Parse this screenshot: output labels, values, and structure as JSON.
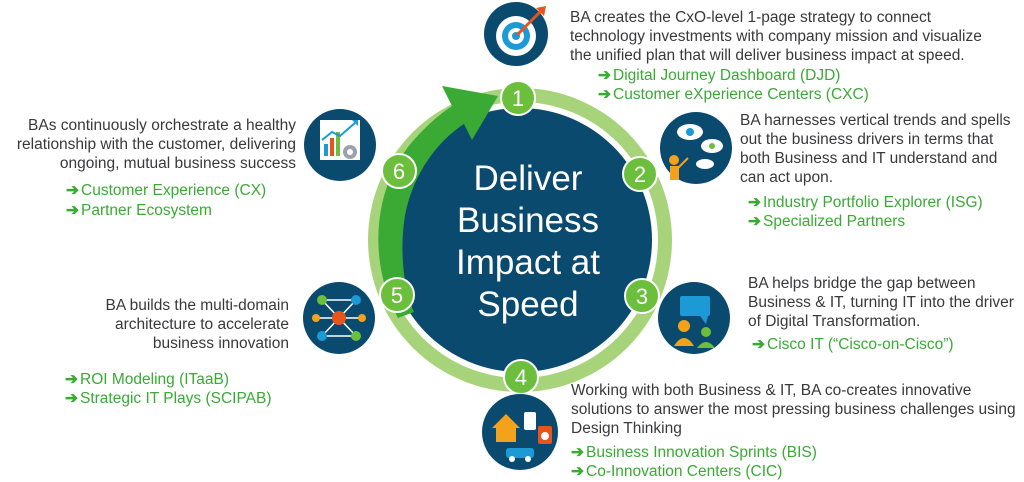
{
  "center": {
    "lines": [
      "Deliver",
      "Business",
      "Impact at",
      "Speed"
    ]
  },
  "steps": [
    {
      "number": "1",
      "icon": "target-icon",
      "text": "BA creates the CxO-level 1-page strategy to connect technology investments with company mission and visualize the unified plan that will deliver business impact at speed.",
      "links": [
        "Digital Journey Dashboard (DJD)",
        "Customer eXperience Centers (CXC)"
      ]
    },
    {
      "number": "2",
      "icon": "presenter-cloud-icon",
      "text": "BA harnesses vertical trends and spells out the business drivers in terms that both Business and IT understand and can act upon.",
      "links": [
        "Industry Portfolio Explorer (ISG)",
        "Specialized Partners"
      ]
    },
    {
      "number": "3",
      "icon": "conversation-icon",
      "text": "BA helps bridge the gap between Business & IT, turning IT into the driver of Digital Transformation.",
      "links": [
        "Cisco IT (“Cisco-on-Cisco”)"
      ]
    },
    {
      "number": "4",
      "icon": "smart-home-icon",
      "text": "Working with both Business & IT, BA co-creates innovative solutions to answer the most pressing business challenges using Design Thinking",
      "links": [
        "Business Innovation Sprints (BIS)",
        "Co-Innovation Centers (CIC)"
      ]
    },
    {
      "number": "5",
      "icon": "network-nodes-icon",
      "text": "BA builds the multi-domain architecture to accelerate business innovation",
      "links": [
        "ROI Modeling (ITaaB)",
        "Strategic IT Plays (SCIPAB)"
      ]
    },
    {
      "number": "6",
      "icon": "growth-chart-gear-icon",
      "text": "BAs continuously orchestrate a healthy relationship with the customer, delivering ongoing, mutual business success",
      "links": [
        "Customer Experience (CX)",
        "Partner Ecosystem"
      ]
    }
  ],
  "arrow_glyph": "➔",
  "colors": {
    "navy": "#0b4a6f",
    "ring": "#a7d47a",
    "green": "#3aaa35",
    "badge": "#6bbf3c"
  }
}
